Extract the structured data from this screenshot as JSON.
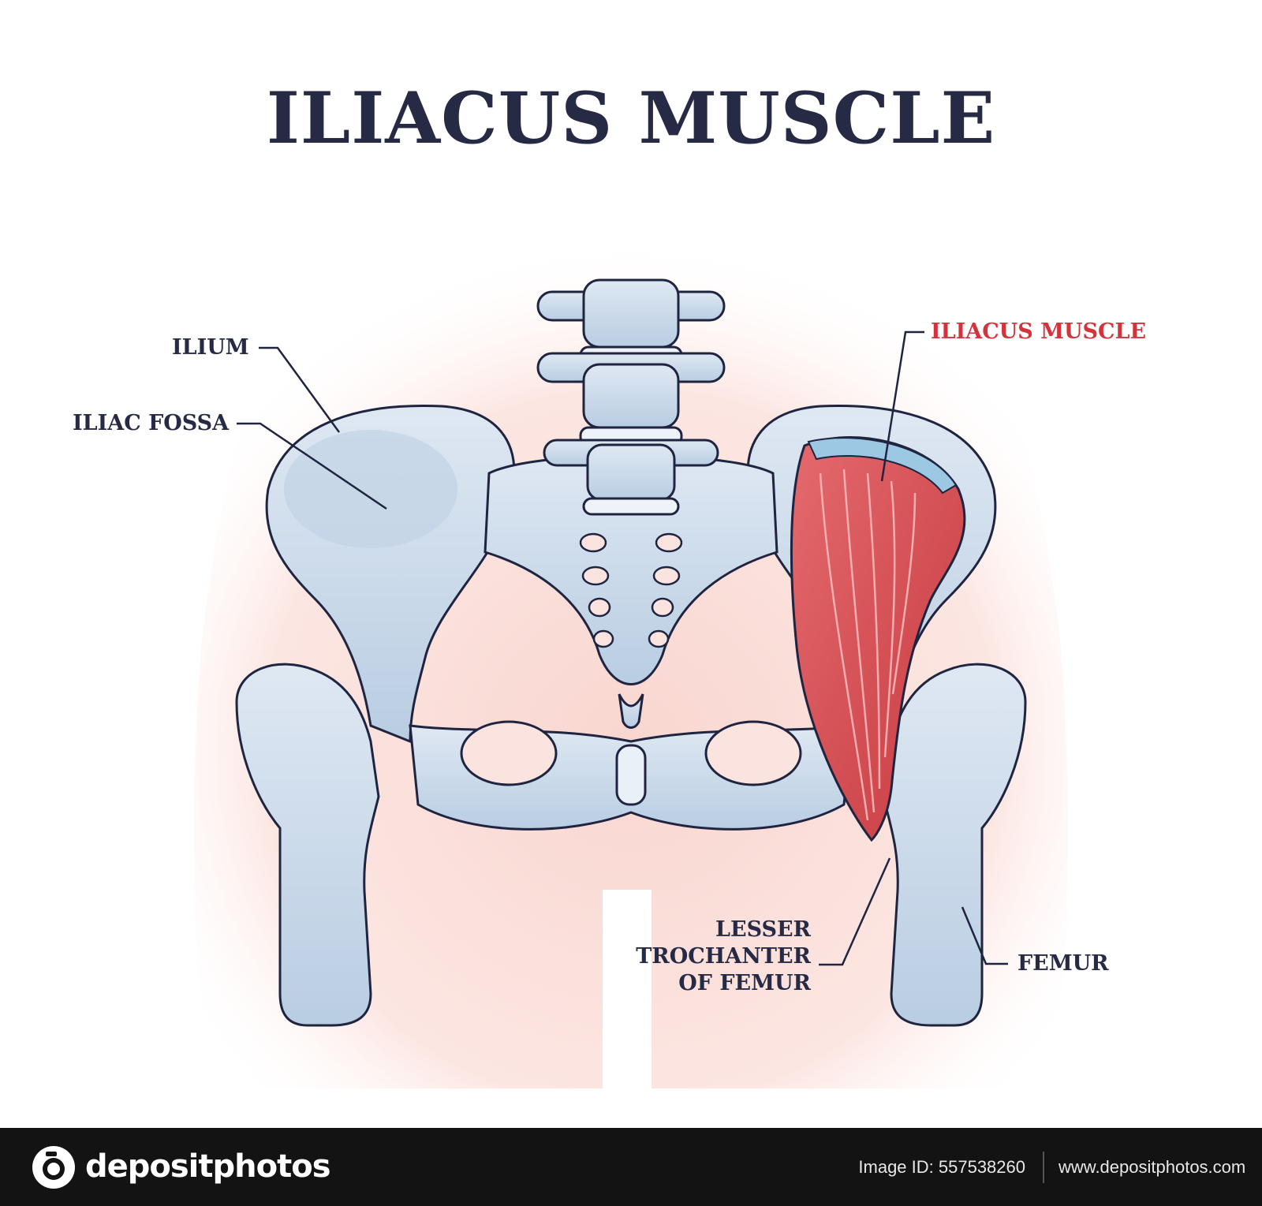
{
  "title": "ILIACUS MUSCLE",
  "labels": {
    "ilium": "ILIUM",
    "iliac_fossa": "ILIAC FOSSA",
    "iliacus_muscle": "ILIACUS MUSCLE",
    "lesser_trochanter": [
      "LESSER",
      "TROCHANTER",
      "OF FEMUR"
    ],
    "femur": "FEMUR"
  },
  "colors": {
    "title": "#262a44",
    "label": "#262a44",
    "highlight_label": "#d3343c",
    "bone": "#c8d7e8",
    "bone_outline": "#1f2540",
    "muscle": "#d8545a",
    "body_bg": "#fbe3df",
    "footer_bg": "#131313"
  },
  "footer": {
    "brand": "depositphotos",
    "image_id": "Image ID: 557538260",
    "site": "www.depositphotos.com"
  }
}
